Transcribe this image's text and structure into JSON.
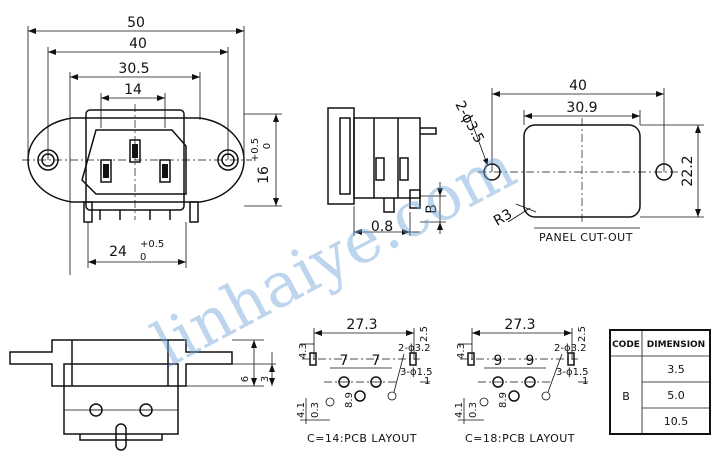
{
  "front_view": {
    "dim_width_total": "50",
    "dim_mount_pitch": "40",
    "dim_flange": "30.5",
    "dim_body": "14",
    "dim_height": "16",
    "dim_height_tol_upper": "+0.5",
    "dim_height_tol_lower": "0",
    "dim_depth": "24",
    "dim_depth_tol_upper": "+0.5",
    "dim_depth_tol_lower": "0"
  },
  "side_view": {
    "dim_offset": "0.8",
    "code_label": "B"
  },
  "panel_cutout": {
    "dim_holes_pitch": "40",
    "dim_opening_width": "30.9",
    "dim_opening_height": "22.2",
    "hole_spec": "2-ϕ3.5",
    "corner_radius": "R3",
    "caption": "PANEL CUT-OUT"
  },
  "bottom_view": {
    "dim_outer": "6",
    "dim_inner": "3"
  },
  "pcb_layout_14": {
    "dim_width": "27.3",
    "dim_top": "2.5",
    "dim_left": "4.3",
    "pitch_1": "7",
    "pitch_2": "7",
    "small_pitch": "8.9",
    "hole_spec": "2-ϕ3.2",
    "pin_spec": "3-ϕ1.5",
    "dim_right": "1",
    "dim_bottom_1": "4.1",
    "dim_bottom_2": "0.3",
    "caption": "C=14:PCB LAYOUT"
  },
  "pcb_layout_18": {
    "dim_width": "27.3",
    "dim_top": "2.5",
    "dim_left": "4.3",
    "pitch_1": "9",
    "pitch_2": "9",
    "small_pitch": "8.9",
    "hole_spec": "2-ϕ3.2",
    "pin_spec": "3-ϕ1.5",
    "dim_right": "1",
    "dim_bottom_1": "4.1",
    "dim_bottom_2": "0.3",
    "caption": "C=18:PCB LAYOUT"
  },
  "table": {
    "header_code": "CODE",
    "header_dimension": "DIMENSION",
    "code": "B",
    "rows": [
      "3.5",
      "5.0",
      "10.5"
    ]
  },
  "watermark": "linhaiye.com"
}
